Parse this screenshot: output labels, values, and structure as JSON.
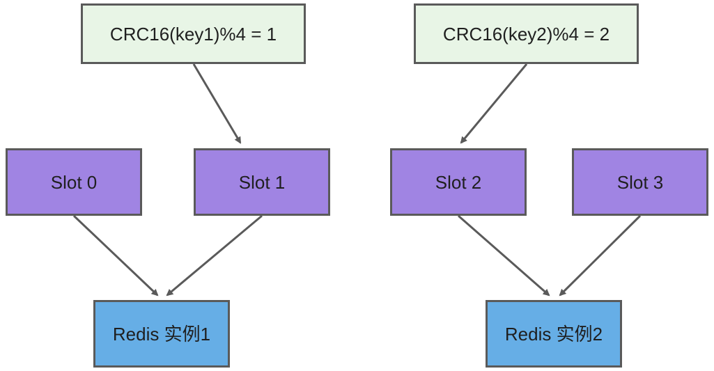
{
  "diagram": {
    "hash_nodes": [
      {
        "label": "CRC16(key1)%4 = 1"
      },
      {
        "label": "CRC16(key2)%4 = 2"
      }
    ],
    "slot_nodes": [
      {
        "label": "Slot 0"
      },
      {
        "label": "Slot 1"
      },
      {
        "label": "Slot 2"
      },
      {
        "label": "Slot 3"
      }
    ],
    "redis_nodes": [
      {
        "label": "Redis 实例1"
      },
      {
        "label": "Redis 实例2"
      }
    ],
    "edges": [
      {
        "from": "CRC16(key1)%4 = 1",
        "to": "Slot 1"
      },
      {
        "from": "CRC16(key2)%4 = 2",
        "to": "Slot 2"
      },
      {
        "from": "Slot 0",
        "to": "Redis 实例1"
      },
      {
        "from": "Slot 1",
        "to": "Redis 实例1"
      },
      {
        "from": "Slot 2",
        "to": "Redis 实例2"
      },
      {
        "from": "Slot 3",
        "to": "Redis 实例2"
      }
    ],
    "colors": {
      "hash_fill": "#e8f5e6",
      "slot_fill": "#a084e3",
      "redis_fill": "#66aee6",
      "stroke": "#5a5a5a"
    }
  }
}
